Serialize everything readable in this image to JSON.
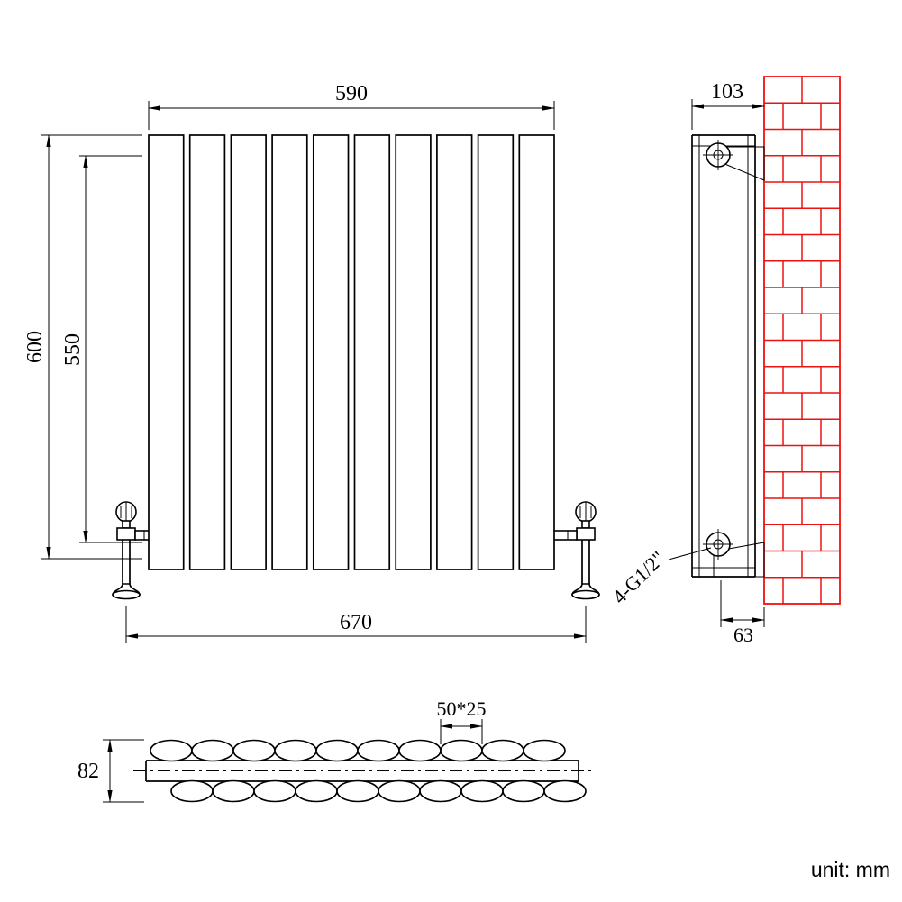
{
  "colors": {
    "line": "#000000",
    "brick": "#ee1111",
    "bracket": "#37d6d6",
    "fill": "#ffffff"
  },
  "front_view": {
    "panel_count": 10,
    "dim_width_top": "590",
    "dim_height_overall": "600",
    "dim_height_panel": "550",
    "dim_width_valves": "670"
  },
  "side_view": {
    "brick_rows": 20,
    "dim_depth": "103",
    "dim_bottom": "63",
    "thread_label": "4-G1/2\""
  },
  "bottom_view": {
    "ovals_per_row": 10,
    "dim_height": "82",
    "dim_oval": "50*25"
  },
  "footer": {
    "unit_label": "unit: mm"
  }
}
